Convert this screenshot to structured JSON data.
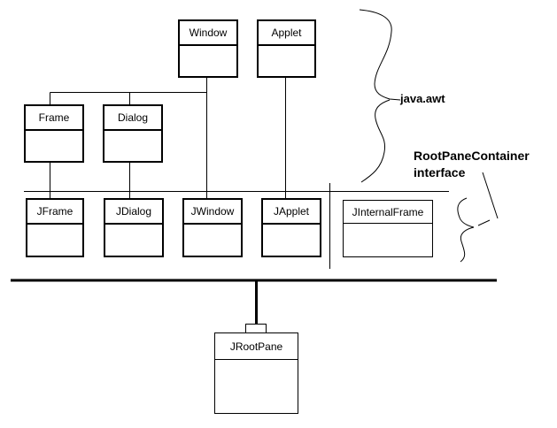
{
  "colors": {
    "line": "#000000",
    "background": "#ffffff"
  },
  "classes": [
    {
      "label": "Window"
    },
    {
      "label": "Applet"
    },
    {
      "label": "Frame"
    },
    {
      "label": "Dialog"
    },
    {
      "label": "JFrame"
    },
    {
      "label": "JDialog"
    },
    {
      "label": "JWindow"
    },
    {
      "label": "JApplet"
    },
    {
      "label": "JInternalFrame"
    },
    {
      "label": "JRootPane"
    }
  ],
  "annotations": {
    "package_label": "java.awt",
    "interface_label_line1": "RootPaneContainer",
    "interface_label_line2": "interface"
  }
}
